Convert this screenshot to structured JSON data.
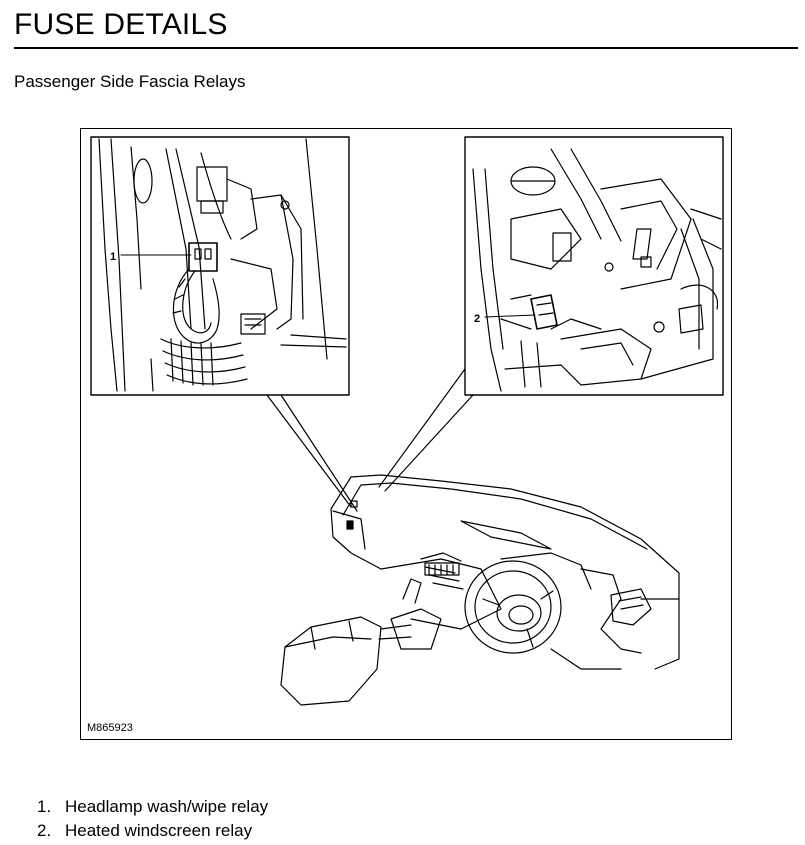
{
  "header": {
    "title": "FUSE DETAILS",
    "subtitle": "Passenger Side Fascia Relays"
  },
  "figure": {
    "reference": "M865923",
    "callouts": [
      {
        "number": "1"
      },
      {
        "number": "2"
      }
    ]
  },
  "legend": [
    {
      "number": "1.",
      "label": "Headlamp wash/wipe relay"
    },
    {
      "number": "2.",
      "label": "Heated windscreen relay"
    }
  ]
}
